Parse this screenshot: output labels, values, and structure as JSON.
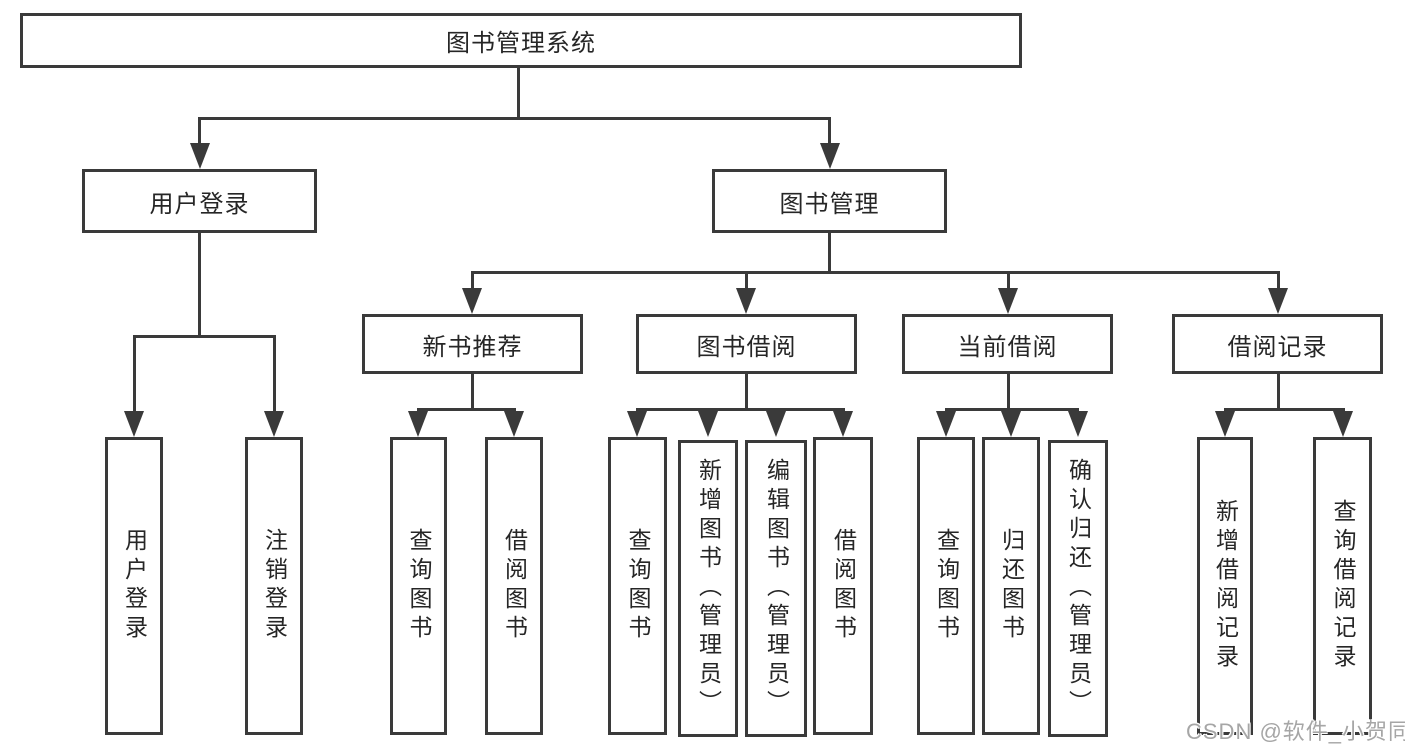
{
  "tree": {
    "root": {
      "label": "图书管理系统",
      "children": [
        {
          "label": "用户登录",
          "children": [
            {
              "label": "用户登录"
            },
            {
              "label": "注销登录"
            }
          ]
        },
        {
          "label": "图书管理",
          "children": [
            {
              "label": "新书推荐",
              "children": [
                {
                  "label": "查询图书"
                },
                {
                  "label": "借阅图书"
                }
              ]
            },
            {
              "label": "图书借阅",
              "children": [
                {
                  "label": "查询图书"
                },
                {
                  "label": "新增图书（管理员）"
                },
                {
                  "label": "编辑图书（管理员）"
                },
                {
                  "label": "借阅图书"
                }
              ]
            },
            {
              "label": "当前借阅",
              "children": [
                {
                  "label": "查询图书"
                },
                {
                  "label": "归还图书"
                },
                {
                  "label": "确认归还（管理员）"
                }
              ]
            },
            {
              "label": "借阅记录",
              "children": [
                {
                  "label": "新增借阅记录"
                },
                {
                  "label": "查询借阅记录"
                }
              ]
            }
          ]
        }
      ]
    }
  },
  "watermark": {
    "text": "CSDN @软件_小贺同学"
  },
  "colors": {
    "line": "#3a3a3a",
    "box_border": "#3a3a3a",
    "text": "#262626",
    "watermark": "#a6a6a6",
    "background": "#ffffff"
  }
}
